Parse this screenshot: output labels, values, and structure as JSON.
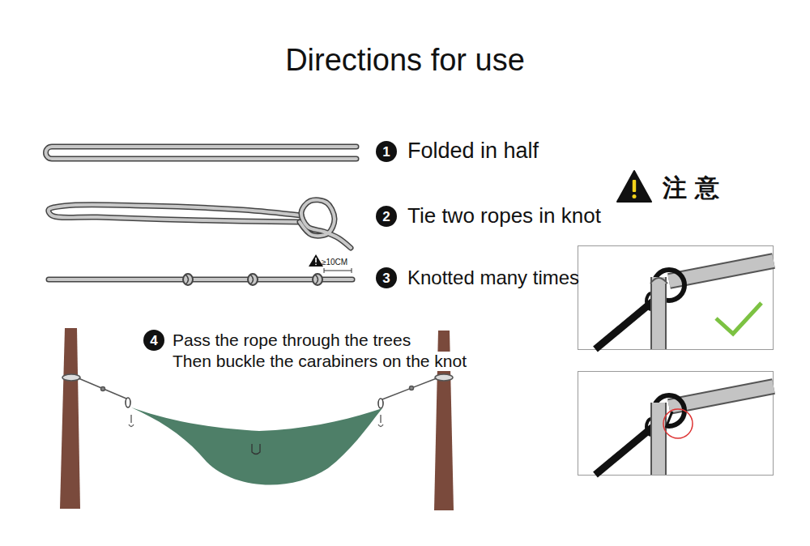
{
  "diagram": {
    "title": "Directions for use",
    "nodes": [
      {
        "text": [
          "1"
        ]
      },
      {
        "text": [
          "2"
        ]
      },
      {
        "text": [
          "3"
        ]
      },
      {
        "text": [
          "4"
        ]
      }
    ],
    "labels": [
      "Folded in half",
      "Tie two ropes in knot",
      "Knotted many times",
      "Pass the rope through the trees",
      "Then buckle the carabiners on the knot",
      "≥10CM",
      "注 意"
    ]
  }
}
